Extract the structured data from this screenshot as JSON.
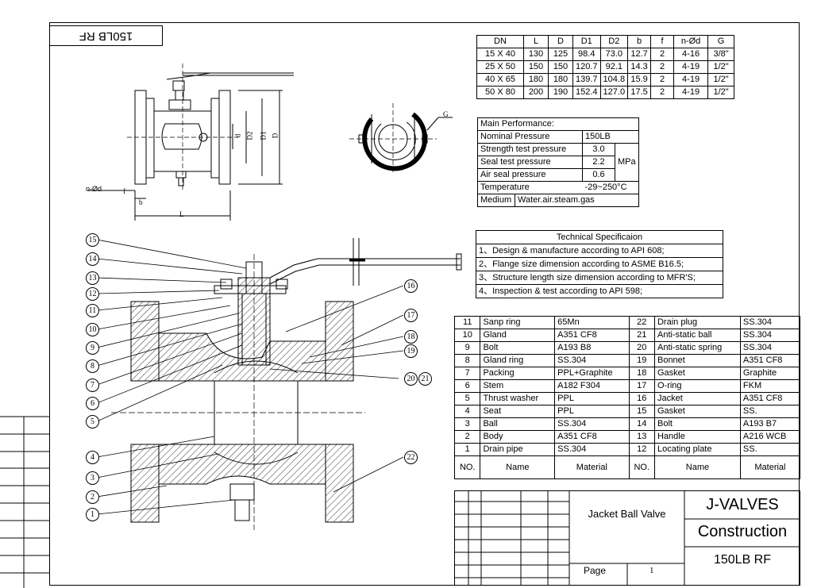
{
  "stamp": "150LB RF",
  "dims": {
    "headers": [
      "DN",
      "L",
      "D",
      "D1",
      "D2",
      "b",
      "f",
      "n-Ød",
      "G"
    ],
    "rows": [
      [
        "15 X 40",
        "130",
        "125",
        "98.4",
        "73.0",
        "12.7",
        "2",
        "4-16",
        "3/8\""
      ],
      [
        "25 X 50",
        "150",
        "150",
        "120.7",
        "92.1",
        "14.3",
        "2",
        "4-19",
        "1/2\""
      ],
      [
        "40 X 65",
        "180",
        "180",
        "139.7",
        "104.8",
        "15.9",
        "2",
        "4-19",
        "1/2\""
      ],
      [
        "50 X 80",
        "200",
        "190",
        "152.4",
        "127.0",
        "17.5",
        "2",
        "4-19",
        "1/2\""
      ]
    ]
  },
  "performance": {
    "title": "Main Performance:",
    "nominal_label": "Nominal Pressure",
    "nominal_value": "150LB",
    "strength_label": "Strength test pressure",
    "strength_value": "3.0",
    "seal_label": "Seal test pressure",
    "seal_value": "2.2",
    "air_label": "Air seal pressure",
    "air_value": "0.6",
    "unit": "MPa",
    "temp_label": "Temperature",
    "temp_value": "-29~250°C",
    "medium_label": "Medium",
    "medium_value": "Water.air.steam.gas"
  },
  "spec": {
    "title": "Technical Specificaion",
    "items": [
      "1、Design & manufacture according to API 608;",
      "2、Flange size dimension according to ASME B16.5;",
      "3、Structure length size dimension according to MFR'S;",
      "4、Inspection & test according to API 598;"
    ]
  },
  "parts": {
    "headers": {
      "no": "NO.",
      "name": "Name",
      "material": "Material"
    },
    "rows": [
      [
        "11",
        "Sanp ring",
        "65Mn",
        "22",
        "Drain plug",
        "SS.304"
      ],
      [
        "10",
        "Gland",
        "A351 CF8",
        "21",
        "Anti-static ball",
        "SS.304"
      ],
      [
        "9",
        "Bolt",
        "A193 B8",
        "20",
        "Anti-static spring",
        "SS.304"
      ],
      [
        "8",
        "Gland ring",
        "SS.304",
        "19",
        "Bonnet",
        "A351 CF8"
      ],
      [
        "7",
        "Packing",
        "PPL+Graphite",
        "18",
        "Gasket",
        "Graphite"
      ],
      [
        "6",
        "Stem",
        "A182 F304",
        "17",
        "O-ring",
        "FKM"
      ],
      [
        "5",
        "Thrust washer",
        "PPL",
        "16",
        "Jacket",
        "A351 CF8"
      ],
      [
        "4",
        "Seat",
        "PPL",
        "15",
        "Gasket",
        "SS."
      ],
      [
        "3",
        "Ball",
        "SS.304",
        "14",
        "Bolt",
        "A193 B7"
      ],
      [
        "2",
        "Body",
        "A351 CF8",
        "13",
        "Handle",
        "A216 WCB"
      ],
      [
        "1",
        "Drain pipe",
        "SS.304",
        "12",
        "Locating plate",
        "SS."
      ]
    ]
  },
  "title_block": {
    "product": "Jacket Ball Valve",
    "company": "J-VALVES",
    "drawing": "Construction",
    "rating": "150LB RF",
    "page_label": "Page",
    "page_number": "1"
  },
  "drawing_labels": {
    "n_od": "n-Ød",
    "f": "f",
    "b": "b",
    "L": "L",
    "d": "d",
    "D2": "D2",
    "D1": "D1",
    "D": "D",
    "G": "G"
  },
  "balloons_left": [
    "15",
    "14",
    "13",
    "12",
    "11",
    "10",
    "9",
    "8",
    "7",
    "6",
    "5",
    "4",
    "3",
    "2",
    "1"
  ],
  "balloons_right": [
    "16",
    "17",
    "18",
    "19",
    "20",
    "21",
    "22"
  ]
}
